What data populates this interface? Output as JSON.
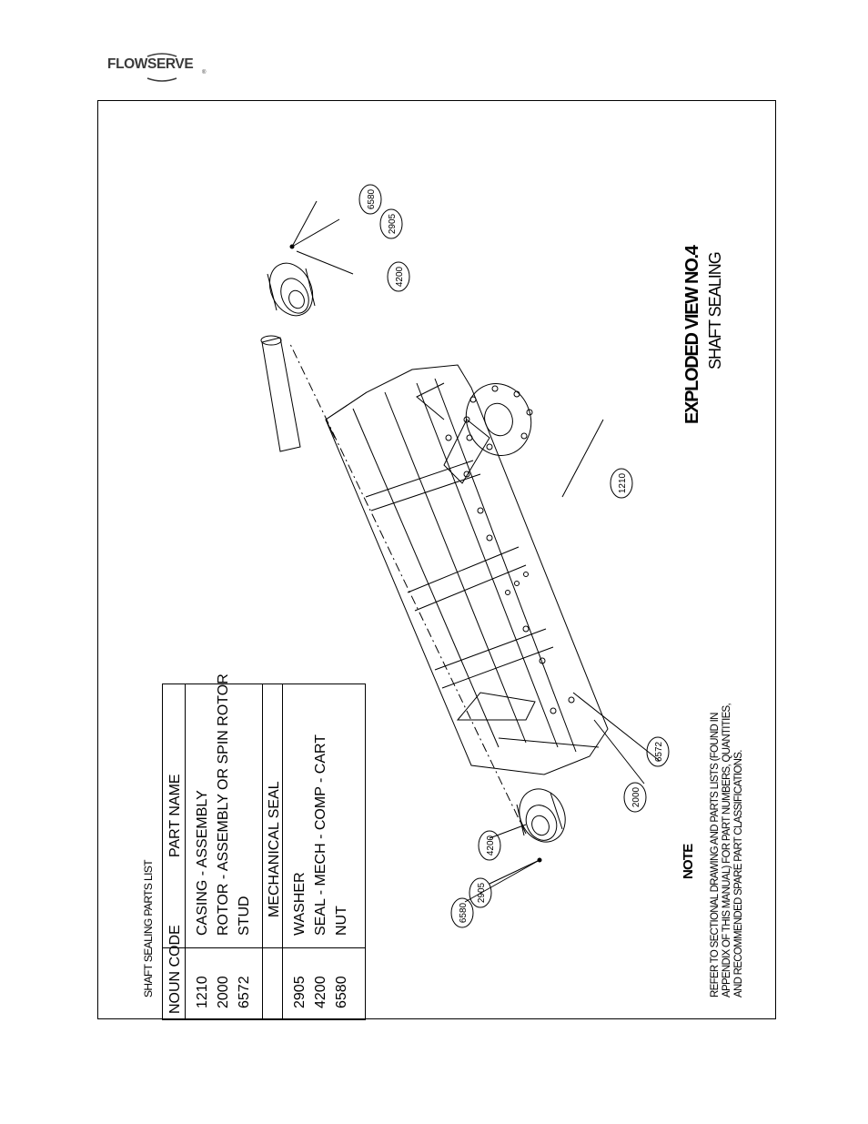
{
  "header": {
    "logo_text": "FLOWSERVE",
    "logo_mark": "®"
  },
  "parts_list": {
    "title": "SHAFT SEALING PARTS LIST",
    "headers": {
      "code": "NOUN CODE",
      "name": "PART NAME"
    },
    "rows_group1": [
      {
        "code": "1210",
        "name": "CASING - ASSEMBLY"
      },
      {
        "code": "2000",
        "name": "ROTOR - ASSEMBLY OR SPIN ROTOR"
      },
      {
        "code": "6572",
        "name": "STUD"
      }
    ],
    "group2_title": "MECHANICAL SEAL",
    "rows_group2": [
      {
        "code": "2905",
        "name": "WASHER"
      },
      {
        "code": "4200",
        "name": "SEAL - MECH - COMP - CART"
      },
      {
        "code": "6580",
        "name": "NUT"
      }
    ]
  },
  "note": {
    "heading": "NOTE",
    "lines": [
      "REFER TO SECTIONAL DRAWING AND PARTS LISTS (FOUND IN",
      "APPENDIX OF THIS MANUAL) FOR PART NUMBERS, QUANTITIES,",
      "AND RECOMMENDED SPARE PART CLASSIFICATIONS."
    ]
  },
  "view": {
    "title": "EXPLODED VIEW NO.4",
    "subtitle": "SHAFT SEALING"
  },
  "callouts": {
    "c6580_top": "6580",
    "c2905_top": "2905",
    "c4200_top": "4200",
    "c1210": "1210",
    "c6572": "6572",
    "c2000": "2000",
    "c4200_bottom": "4200",
    "c2905_bottom": "2905",
    "c6580_bottom": "6580"
  }
}
